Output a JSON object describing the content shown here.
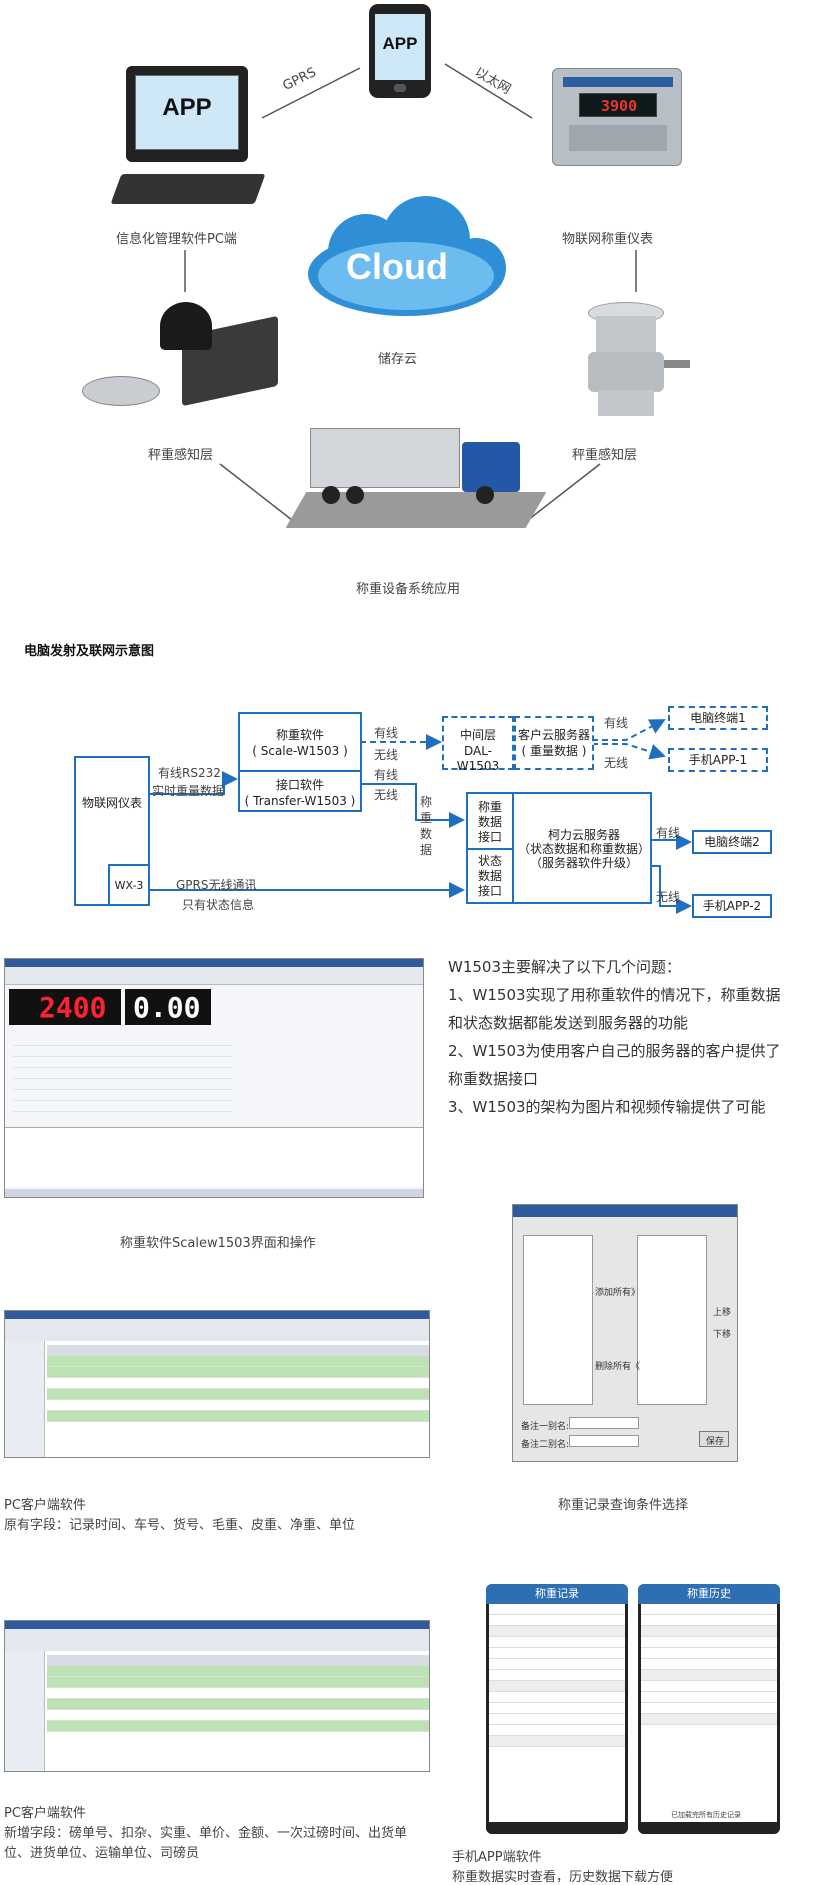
{
  "top": {
    "app_pc_label": "APP",
    "app_phone_label": "APP",
    "gprs": "GPRS",
    "ethernet": "以太网",
    "pc_caption": "信息化管理软件PC端",
    "indicator_caption": "物联网称重仪表",
    "indicator_value": "3900",
    "cloud_label": "Cloud",
    "cloud_caption": "储存云",
    "sensor_left_caption": "秤重感知层",
    "sensor_right_caption": "秤重感知层",
    "truck_caption": "称重设备系统应用"
  },
  "diagram": {
    "title": "电脑发射及联网示意图",
    "iot_meter": "物联网仪表",
    "wx3": "WX-3",
    "rs232_line1": "有线RS232",
    "rs232_line2": "实时重量数据",
    "gprs_line1": "GPRS无线通讯",
    "gprs_line2": "只有状态信息",
    "scale_sw_line1": "称重软件",
    "scale_sw_line2": "( Scale-W1503 )",
    "iface_sw_line1": "接口软件",
    "iface_sw_line2": "( Transfer-W1503 )",
    "wired1": "有线",
    "wireless1": "无线",
    "wired2": "有线",
    "wireless2": "无线",
    "middle_line1": "中间层",
    "middle_line2": "DAL-W1503",
    "cust_line1": "客户云服务器",
    "cust_line2": "( 重量数据 )",
    "wired3": "有线",
    "wireless3": "无线",
    "pc_term1": "电脑终端1",
    "phone_app1": "手机APP-1",
    "weigh_data_vert": "称重数据",
    "weigh_iface": "称重数据接口",
    "status_iface": "状态数据接口",
    "keli_line1": "柯力云服务器",
    "keli_line2": "（状态数据和称重数据）",
    "keli_line3": "（服务器软件升级）",
    "wired4": "有线",
    "wireless4": "无线",
    "pc_term2": "电脑终端2",
    "phone_app2": "手机APP-2"
  },
  "features": {
    "title": "W1503主要解决了以下几个问题：",
    "items": [
      "1、W1503实现了用称重软件的情况下，称重数据",
      "和状态数据都能发送到服务器的功能",
      "2、W1503为使用客户自己的服务器的客户提供了",
      "称重数据接口",
      "3、W1503的架构为图片和视频传输提供了可能"
    ]
  },
  "screens": {
    "scale_sw_caption": "称重软件Scalew1503界面和操作",
    "display1": "2400",
    "display2": "0.00",
    "query_caption": "称重记录查询条件选择",
    "query_add_all": "添加所有》",
    "query_del_all": "删除所有《",
    "query_up": "上移",
    "query_down": "下移",
    "query_save": "保存",
    "query_alias1": "备注一别名:",
    "query_alias2": "备注二别名:",
    "pc_client_caption1": "PC客户端软件",
    "pc_client_fields1": "原有字段：记录时间、车号、货号、毛重、皮重、净重、单位",
    "pc_client_caption2": "PC客户端软件",
    "pc_client_fields2a": "新增字段：磅单号、扣杂、实重、单价、金额、一次过磅时间、出货单",
    "pc_client_fields2b": "位、进货单位、运输单位、司磅员",
    "phone_title1": "称重记录",
    "phone_title2": "称重历史",
    "phone_load_more": "已加载完所有历史记录",
    "phone_app_caption": "手机APP端软件",
    "phone_app_desc": "称重数据实时查看，历史数据下载方便"
  }
}
